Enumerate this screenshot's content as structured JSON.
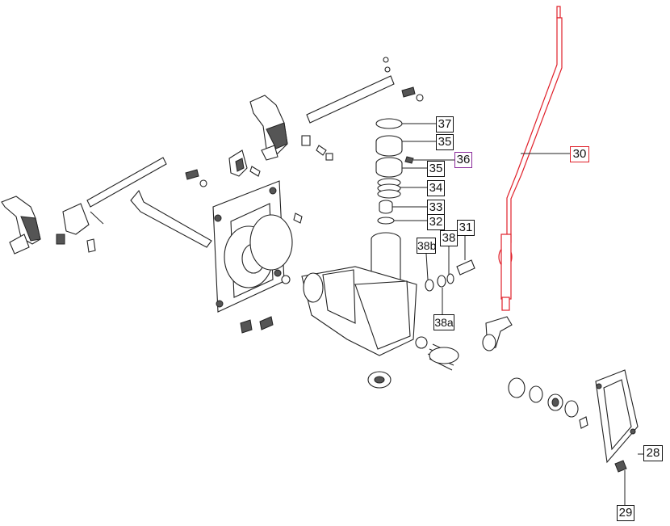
{
  "diagram": {
    "callouts": {
      "c37": "37",
      "c35a": "35",
      "c36": "36",
      "c35b": "35",
      "c34": "34",
      "c33": "33",
      "c32": "32",
      "c31": "31",
      "c38b": "38b",
      "c38": "38",
      "c38a": "38a",
      "c30": "30",
      "c28": "28",
      "c29": "29"
    },
    "colors": {
      "highlight_red": "#e0202a",
      "highlight_purple": "#8a2a9a",
      "line": "#222222"
    }
  }
}
